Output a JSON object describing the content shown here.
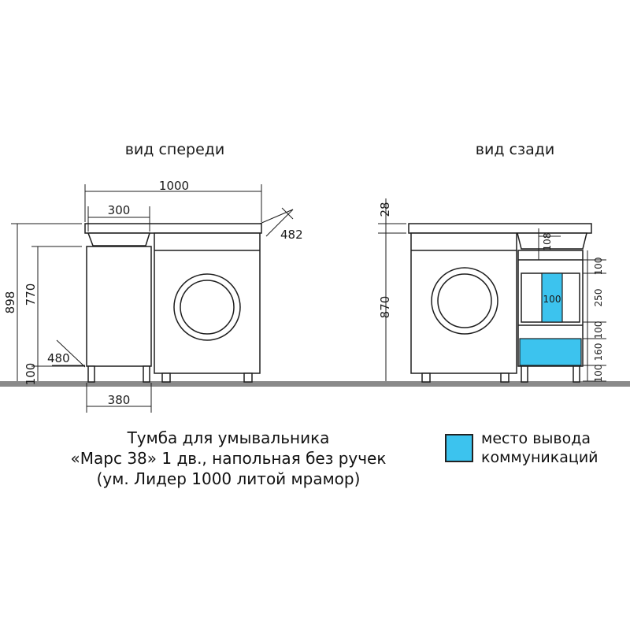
{
  "views": {
    "front_title": "вид спереди",
    "back_title": "вид сзади"
  },
  "dimensions": {
    "front": {
      "overall_width": "1000",
      "sink_width": "300",
      "depth_top": "482",
      "overall_height": "898",
      "cabinet_height": "770",
      "cabinet_depth": "480",
      "leg_height": "100",
      "cabinet_width": "380"
    },
    "back": {
      "top_thickness": "28",
      "height": "870",
      "sink_bowl": "108",
      "opening_width": "100",
      "right_stack": [
        "100",
        "250",
        "100",
        "160",
        "100"
      ]
    }
  },
  "caption": {
    "line1": "Тумба для умывальника",
    "line2": "«Марс 38» 1 дв., напольная без ручек",
    "line3": "(ум. Лидер 1000 литой мрамор)"
  },
  "legend": {
    "label_line1": "место вывода",
    "label_line2": "коммуникаций",
    "color": "#3cc3ee"
  },
  "colors": {
    "floor": "#8a8a8a",
    "outline": "#1e1e1e",
    "highlight": "#3cc3ee"
  }
}
